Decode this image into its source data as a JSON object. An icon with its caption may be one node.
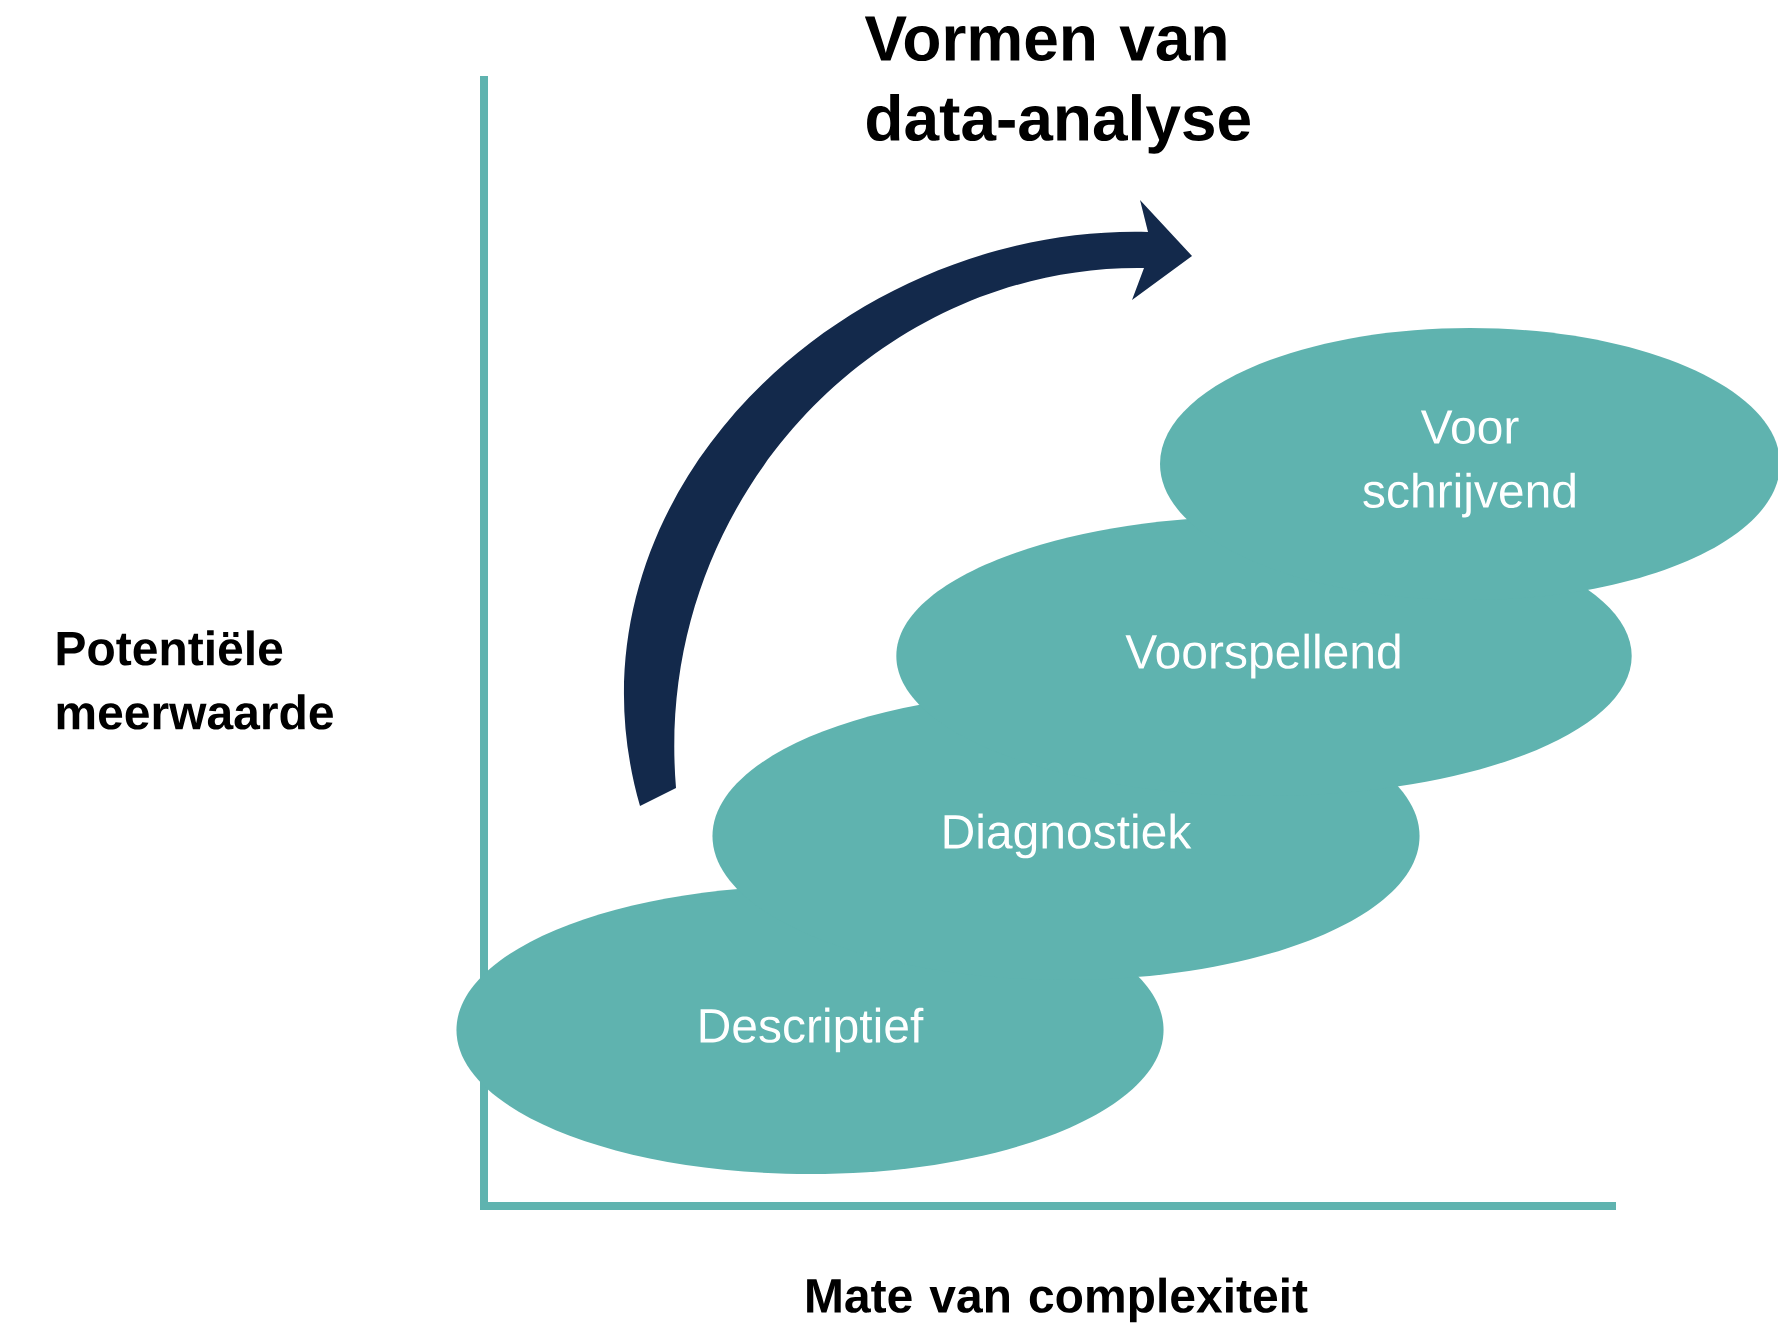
{
  "diagram": {
    "title": "Vormen van data-analyse",
    "nodes": [
      {
        "text": [
          "Descriptief"
        ]
      },
      {
        "text": [
          "Diagnostiek"
        ]
      },
      {
        "text": [
          "Voorspellend"
        ]
      },
      {
        "text": [
          "Voor schrijvend"
        ]
      }
    ],
    "labels": [
      "Potentiële meerwaarde",
      "Mate van complexiteit"
    ]
  }
}
